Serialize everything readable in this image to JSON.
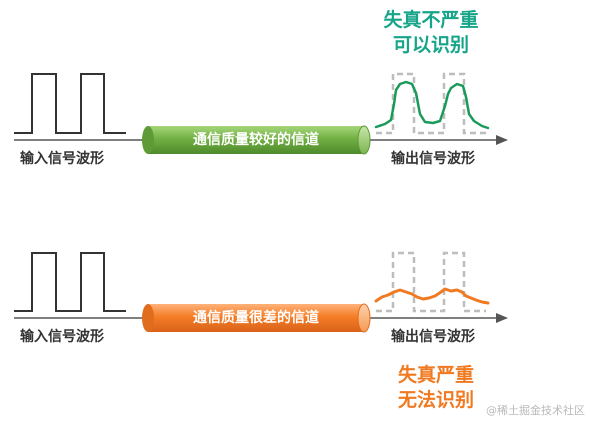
{
  "top_row": {
    "input_label": "输入信号波形",
    "channel_label": "通信质量较好的信道",
    "output_label": "输出信号波形",
    "result_line1": "失真不严重",
    "result_line2": "可以识别"
  },
  "bottom_row": {
    "input_label": "输入信号波形",
    "channel_label": "通信质量很差的信道",
    "output_label": "输出信号波形",
    "result_line1": "失真严重",
    "result_line2": "无法识别"
  },
  "colors": {
    "good_channel": "#6aab3f",
    "bad_channel": "#f07a22",
    "good_caption": "#17a589",
    "bad_caption": "#f07a22"
  },
  "watermark": "@稀土掘金技术社区"
}
